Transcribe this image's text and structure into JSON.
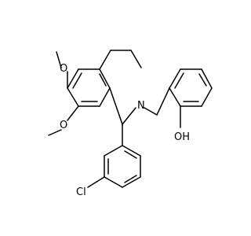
{
  "molecule": {
    "atom_labels": {
      "o_top": "O",
      "o_bottom": "O",
      "n": "N",
      "oh": "OH",
      "cl": "Cl"
    },
    "colors": {
      "background": "#ffffff",
      "bond": "#000000",
      "label": "#000000"
    }
  }
}
